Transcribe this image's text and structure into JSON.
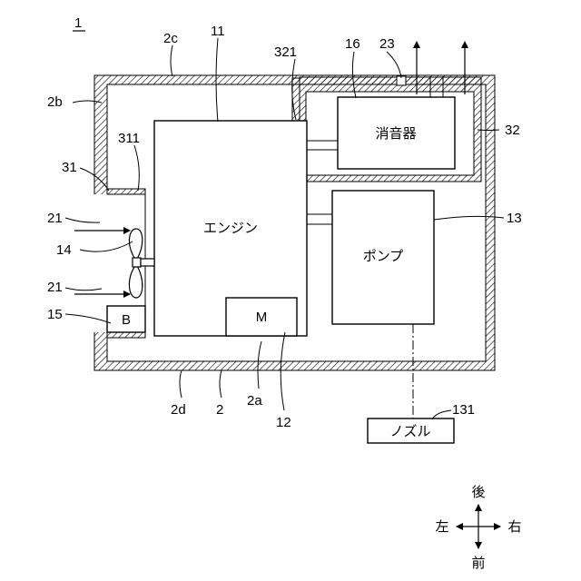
{
  "labels": {
    "fig": "1",
    "l2c": "2c",
    "l11": "11",
    "l321": "321",
    "l16": "16",
    "l23": "23",
    "l2b": "2b",
    "l311": "311",
    "l32": "32",
    "l31": "31",
    "l21a": "21",
    "l13": "13",
    "l14": "14",
    "l21b": "21",
    "l15": "15",
    "l2d": "2d",
    "l2": "2",
    "l2a": "2a",
    "l12": "12",
    "l131": "131"
  },
  "components": {
    "engine": "エンジン",
    "muffler": "消音器",
    "pump": "ポンプ",
    "motor": "M",
    "battery": "B",
    "nozzle": "ノズル"
  },
  "directions": {
    "back": "後",
    "front": "前",
    "left": "左",
    "right": "右"
  }
}
